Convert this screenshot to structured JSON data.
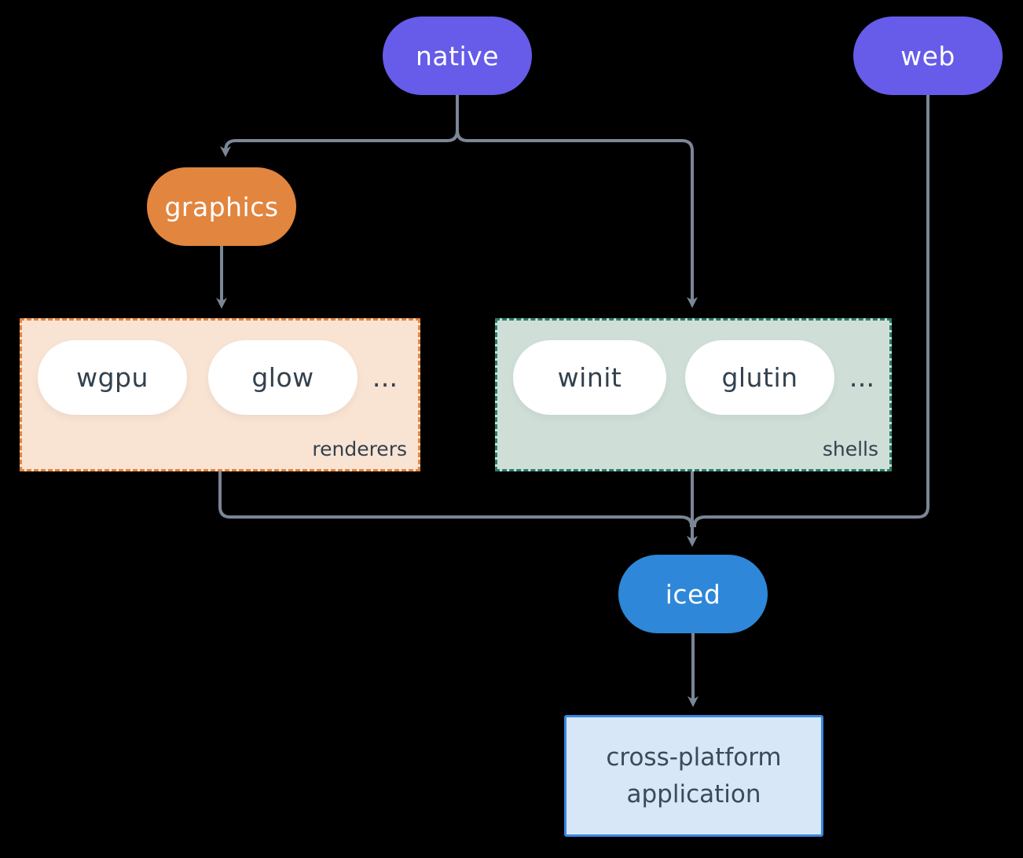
{
  "diagram": {
    "native": "native",
    "web": "web",
    "graphics": "graphics",
    "iced": "iced",
    "renderers": {
      "label": "renderers",
      "pills": [
        "wgpu",
        "glow"
      ],
      "more": "..."
    },
    "shells": {
      "label": "shells",
      "pills": [
        "winit",
        "glutin"
      ],
      "more": "..."
    },
    "application": {
      "line1": "cross-platform",
      "line2": "application"
    }
  },
  "colors": {
    "background": "#000000",
    "purple": "#665ce9",
    "orange": "#e2853f",
    "blue": "#2e87d8",
    "peach-fill": "#f9e3d3",
    "peach-border": "#e8833c",
    "teal-fill": "#cfdfd8",
    "teal-border": "#2a7d6d",
    "app-fill": "#d7e7f8",
    "app-border": "#3b86e0",
    "pill-text-dark": "#33414e",
    "pill-text-light": "#ffffff",
    "line": "#7b8696"
  }
}
